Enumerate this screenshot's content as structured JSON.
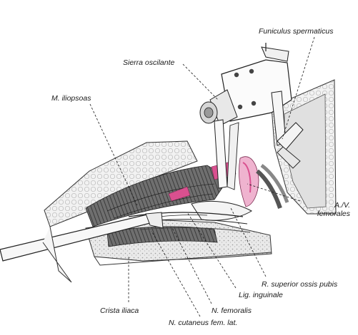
{
  "labels": {
    "funiculus": "Funiculus spermaticus",
    "sierra": "Sierra oscilante",
    "iliopsoas": "M. iliopsoas",
    "av_femorales_1": "A./V.",
    "av_femorales_2": "femorales",
    "ramus_pubis": "R. superior ossis pubis",
    "lig_inguinale": "Lig. inguinale",
    "n_femoralis": "N. femoralis",
    "crista_iliaca": "Crista iliaca",
    "n_cutaneus": "N. cutaneus fem. lat."
  },
  "colors": {
    "ink": "#1a1a1a",
    "muscle_pink": "#d9508f",
    "muscle_pink_light": "#efb3cf",
    "tissue_gray": "#8a8a8a",
    "bone_white": "#f4f4f4"
  }
}
